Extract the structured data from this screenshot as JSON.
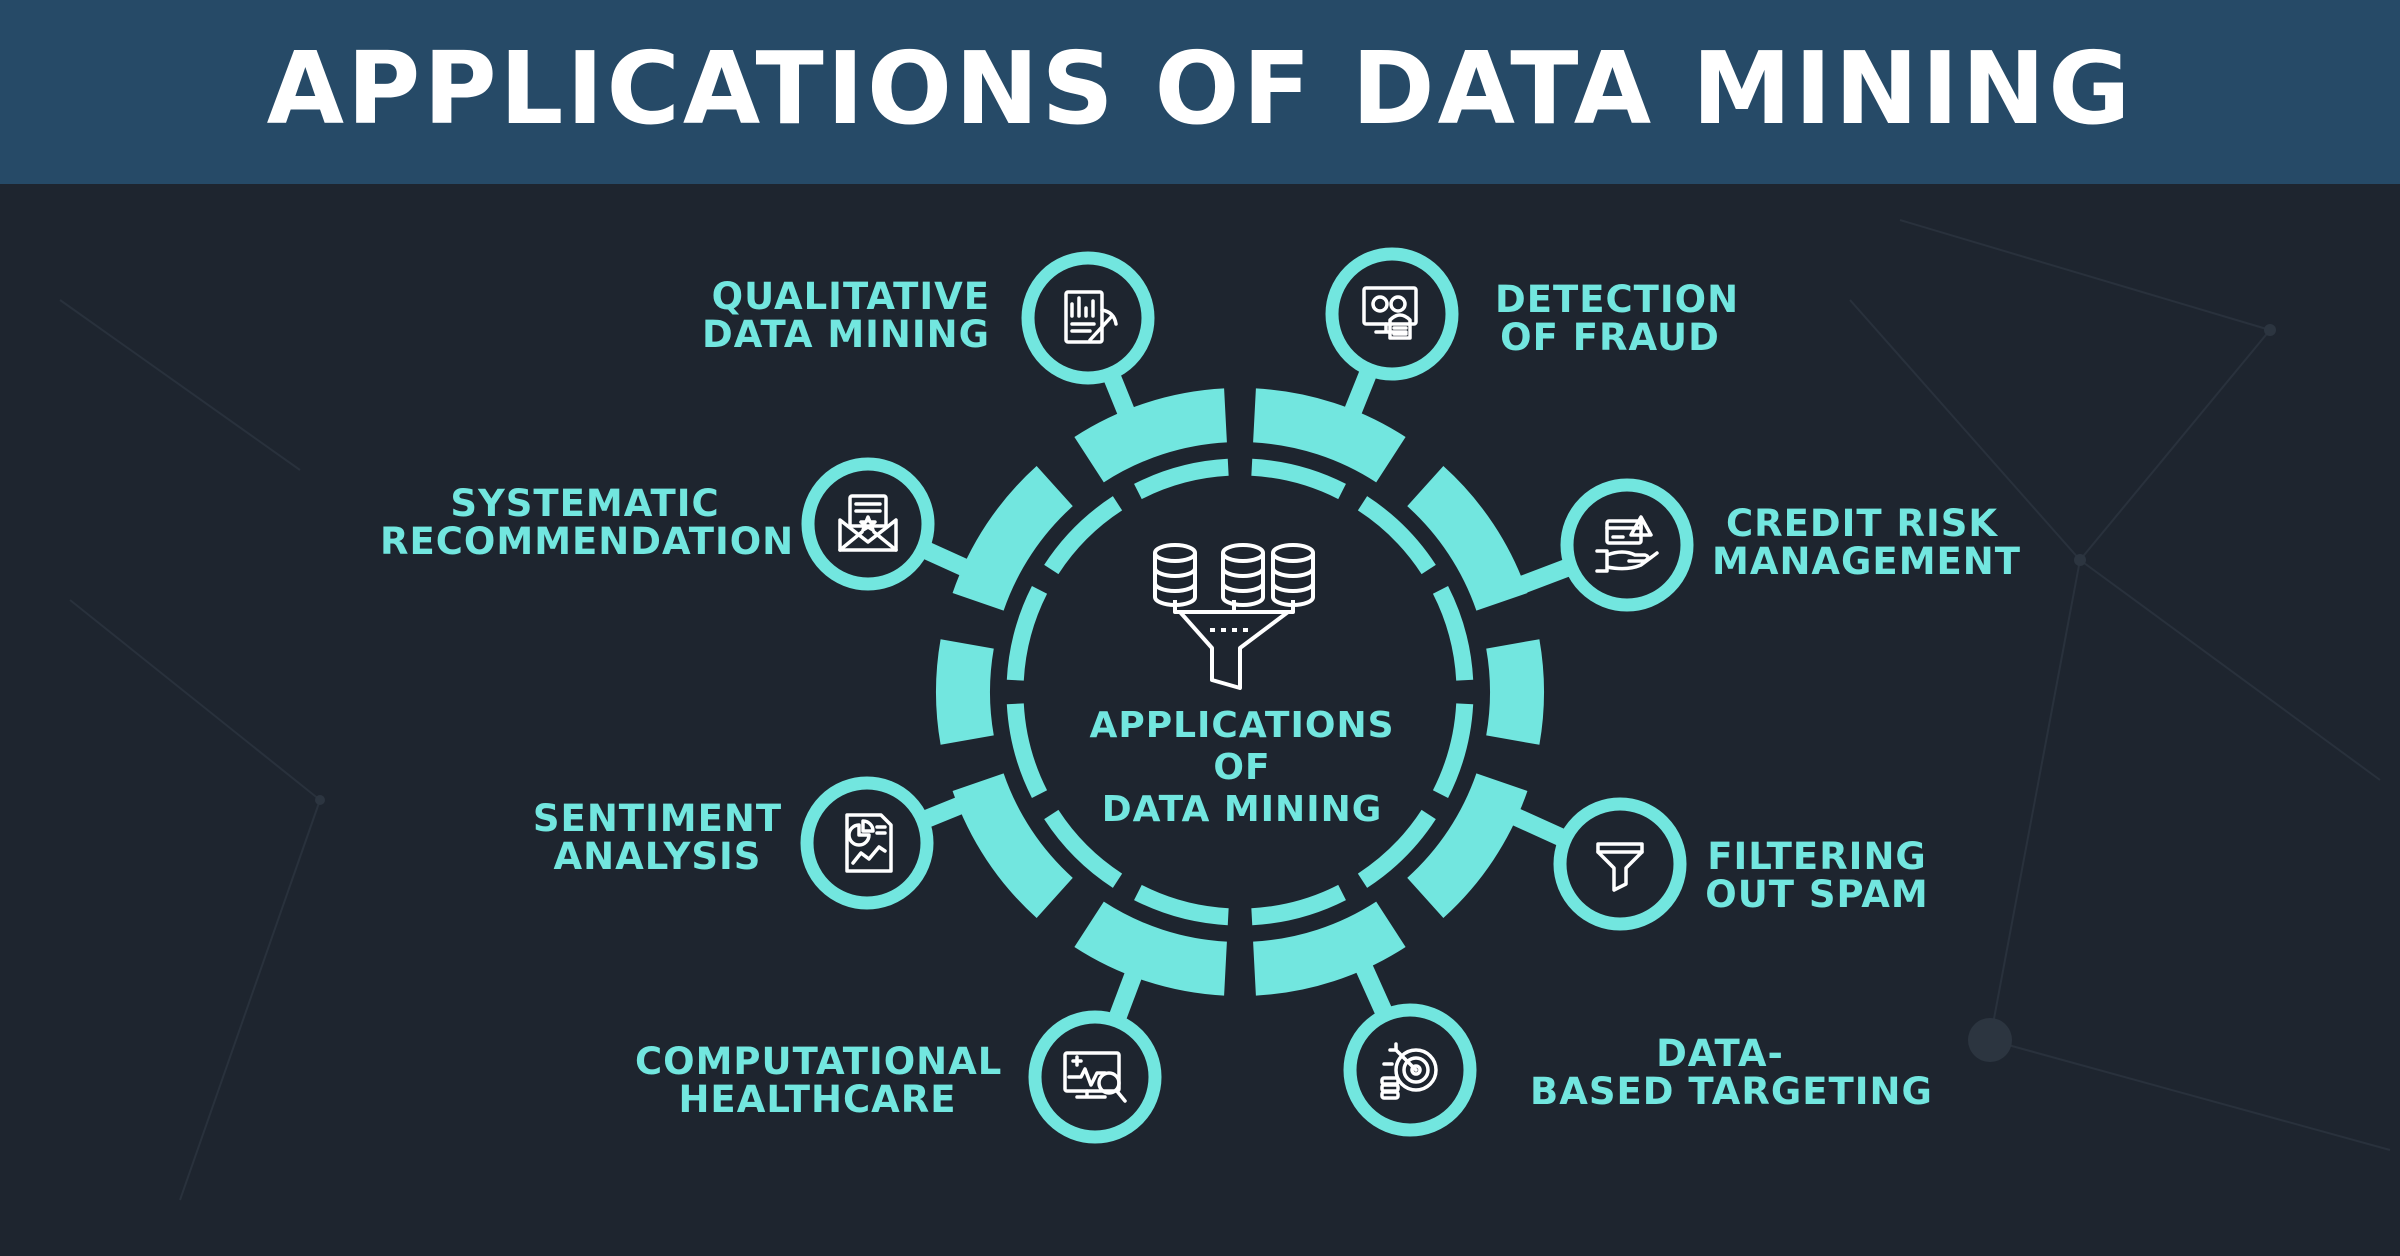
{
  "title": "APPLICATIONS OF DATA MINING",
  "center": {
    "icon": "database-funnel-icon",
    "lines": [
      "APPLICATIONS",
      "OF",
      "DATA MINING"
    ]
  },
  "items": [
    {
      "lines": [
        "QUALITATIVE",
        "DATA MINING"
      ],
      "icon": "chart-document-pickaxe-icon"
    },
    {
      "lines": [
        "DETECTION",
        "OF FRAUD"
      ],
      "icon": "computer-hacker-icon"
    },
    {
      "lines": [
        "SYSTEMATIC",
        "RECOMMENDATION"
      ],
      "icon": "envelope-letter-star-icon"
    },
    {
      "lines": [
        "CREDIT RISK",
        "MANAGEMENT"
      ],
      "icon": "hand-credit-card-warning-icon"
    },
    {
      "lines": [
        "SENTIMENT",
        "ANALYSIS"
      ],
      "icon": "report-pie-chart-icon"
    },
    {
      "lines": [
        "FILTERING",
        "OUT SPAM"
      ],
      "icon": "funnel-filter-icon"
    },
    {
      "lines": [
        "COMPUTATIONAL",
        "HEALTHCARE"
      ],
      "icon": "monitor-heartbeat-magnifier-icon"
    },
    {
      "lines": [
        "DATA-",
        "BASED TARGETING"
      ],
      "icon": "target-arrow-coins-icon"
    }
  ],
  "colors": {
    "background": "#1e252f",
    "header": "#264a67",
    "accent": "#72e6df",
    "title_text": "#ffffff",
    "icon_stroke": "#ffffff"
  }
}
